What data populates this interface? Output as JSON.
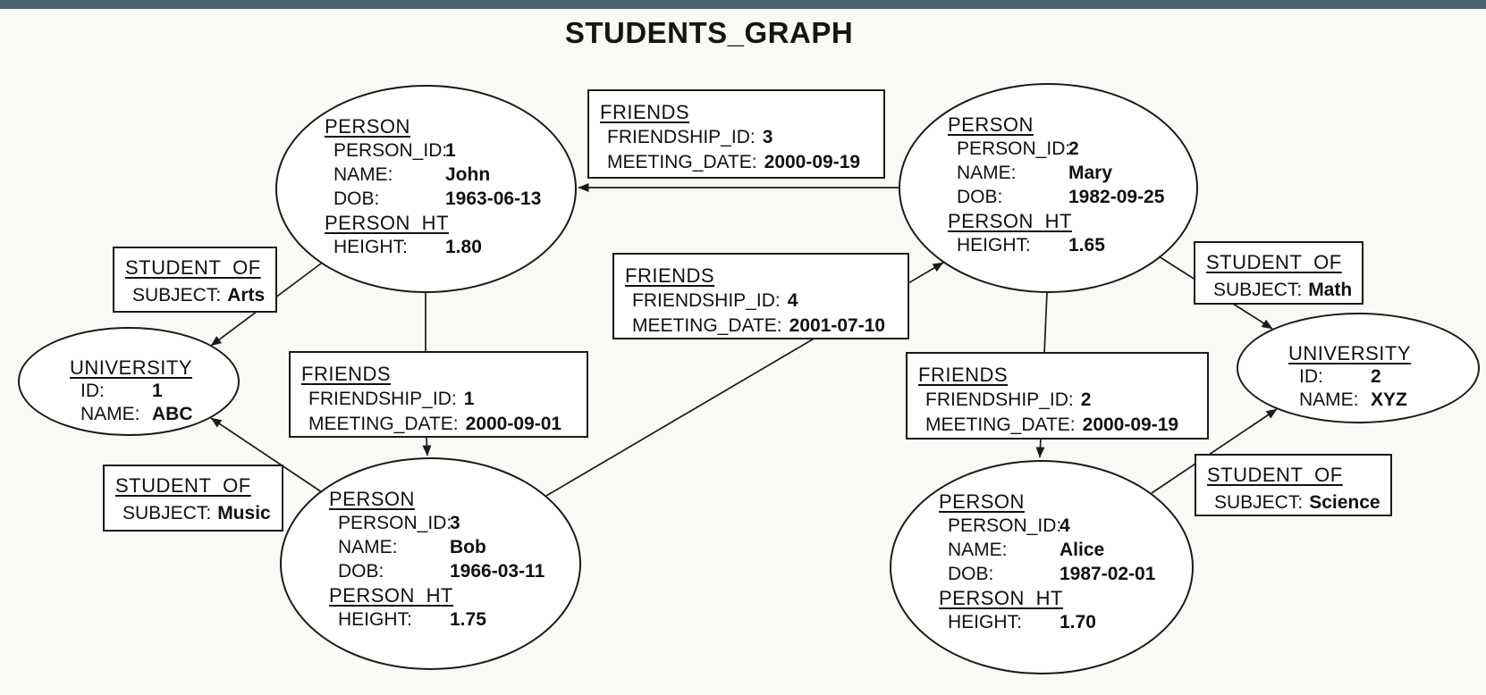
{
  "title": "STUDENTS_GRAPH",
  "colors": {
    "top_bar": "#4b6671",
    "background": "#faf9f6",
    "node_fill": "#ffffff",
    "node_border": "#1a1a1a",
    "text": "#111111"
  },
  "labels": {
    "person_title": "PERSON",
    "person_id": "PERSON_ID:",
    "name": "NAME:",
    "dob": "DOB:",
    "person_ht_title": "PERSON_HT",
    "height": "HEIGHT:",
    "friends_title": "FRIENDS",
    "friendship_id": "FRIENDSHIP_ID:",
    "meeting_date": "MEETING_DATE:",
    "student_of_title": "STUDENT_OF",
    "subject": "SUBJECT:",
    "university_title": "UNIVERSITY",
    "univ_id": "ID:",
    "univ_name": "NAME:"
  },
  "persons": {
    "john": {
      "id": "1",
      "name": "John",
      "dob": "1963-06-13",
      "height": "1.80"
    },
    "mary": {
      "id": "2",
      "name": "Mary",
      "dob": "1982-09-25",
      "height": "1.65"
    },
    "bob": {
      "id": "3",
      "name": "Bob",
      "dob": "1966-03-11",
      "height": "1.75"
    },
    "alice": {
      "id": "4",
      "name": "Alice",
      "dob": "1987-02-01",
      "height": "1.70"
    }
  },
  "universities": {
    "u1": {
      "id": "1",
      "name": "ABC"
    },
    "u2": {
      "id": "2",
      "name": "XYZ"
    }
  },
  "friendships": {
    "f3": {
      "id": "3",
      "date": "2000-09-19"
    },
    "f4": {
      "id": "4",
      "date": "2001-07-10"
    },
    "f1": {
      "id": "1",
      "date": "2000-09-01"
    },
    "f2": {
      "id": "2",
      "date": "2000-09-19"
    }
  },
  "enrollments": {
    "arts": {
      "subject": "Arts"
    },
    "math": {
      "subject": "Math"
    },
    "music": {
      "subject": "Music"
    },
    "science": {
      "subject": "Science"
    }
  },
  "edges": [
    {
      "from": "Mary",
      "to": "John",
      "via": "FRIENDS 3"
    },
    {
      "from": "John",
      "to": "Bob",
      "via": "FRIENDS 1"
    },
    {
      "from": "Bob",
      "to": "Mary",
      "via": "FRIENDS 4"
    },
    {
      "from": "Mary",
      "to": "Alice",
      "via": "FRIENDS 2"
    },
    {
      "from": "John",
      "to": "UNIVERSITY 1",
      "via": "STUDENT_OF Arts"
    },
    {
      "from": "Bob",
      "to": "UNIVERSITY 1",
      "via": "STUDENT_OF Music"
    },
    {
      "from": "Mary",
      "to": "UNIVERSITY 2",
      "via": "STUDENT_OF Math"
    },
    {
      "from": "Alice",
      "to": "UNIVERSITY 2",
      "via": "STUDENT_OF Science"
    }
  ]
}
